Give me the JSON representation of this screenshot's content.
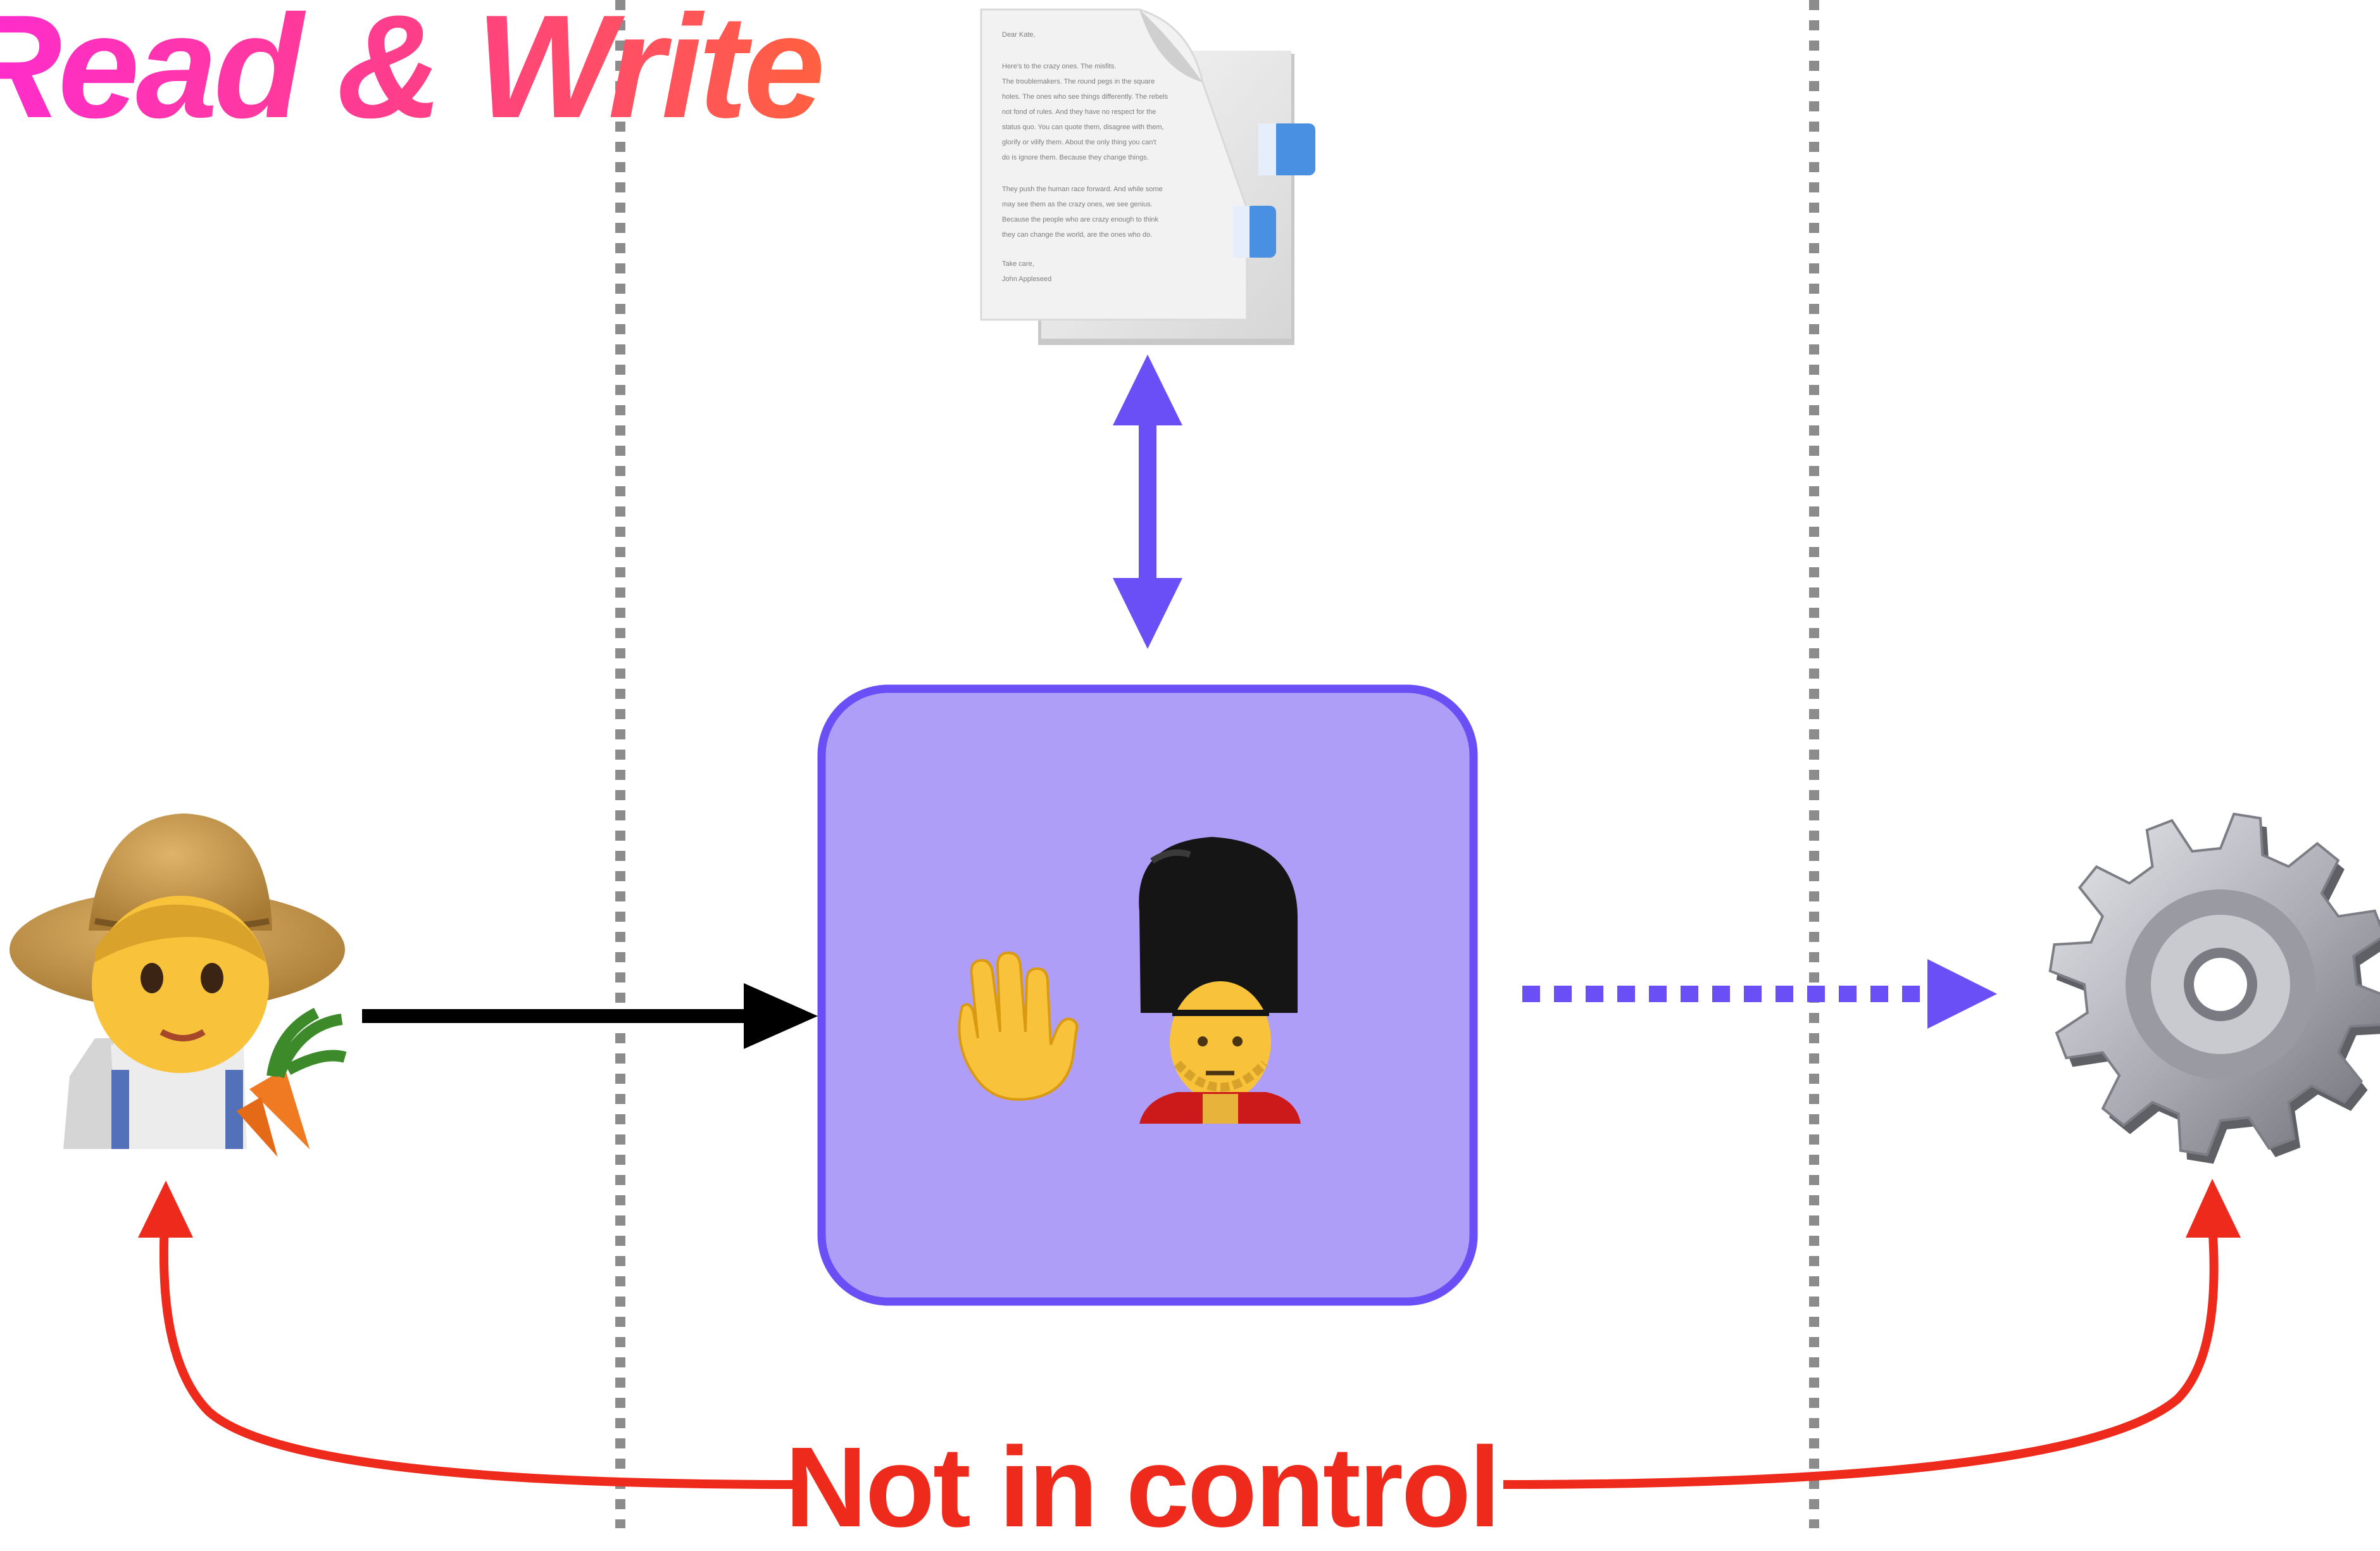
{
  "title": "Read & Write",
  "footer_label": "Not in control",
  "document": {
    "greeting": "Dear Kate,",
    "paragraph1": [
      "Here's to the crazy ones. The misfits.",
      "The troublemakers. The round pegs in the square",
      "holes. The ones who see things differently. The rebels",
      "not fond of rules. And they have no respect for the",
      "status quo. You can quote them, disagree with them,",
      "glorify or vilify them. About the only thing you can't",
      "do is ignore them. Because they change things."
    ],
    "paragraph2": [
      "They push the human race forward. And while some",
      "may see them as the crazy ones, we see genius.",
      "Because the people who are crazy enough to think",
      "they can change the world, are the ones who do."
    ],
    "closing": "Take care,",
    "signature": "John Appleseed"
  },
  "colors": {
    "accent": "#6b4ff6",
    "box_fill": "#af9ef8",
    "red": "#ee2a1c",
    "divider": "#8c8c8c",
    "black": "#000000"
  },
  "icons": [
    "farmer-icon",
    "raised-hand-icon",
    "guard-icon",
    "gear-icon",
    "documents-icon"
  ]
}
